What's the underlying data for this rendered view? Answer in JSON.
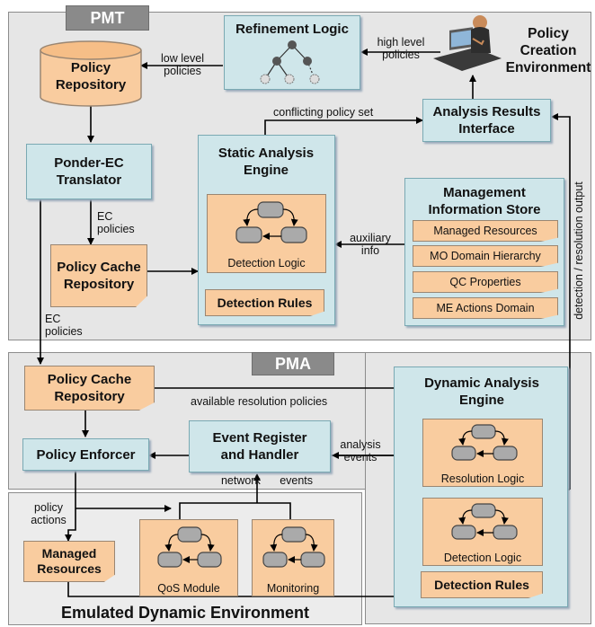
{
  "regions": {
    "pmt_label": "PMT",
    "pma_label": "PMA",
    "emulated_title": "Emulated Dynamic Environment"
  },
  "nodes": {
    "refinement_logic": "Refinement Logic",
    "policy_creation": "Policy Creation Environment",
    "policy_repository": "Policy Repository",
    "analysis_results": "Analysis Results Interface",
    "ponder_ec": "Ponder-EC Translator",
    "static_analysis": "Static Analysis Engine",
    "detection_logic_static": "Detection Logic",
    "detection_rules_static": "Detection Rules",
    "mis_title": "Management Information Store",
    "mis_items": [
      "Managed Resources",
      "MO Domain Hierarchy",
      "QC Properties",
      "ME Actions Domain"
    ],
    "policy_cache_pmt": "Policy Cache Repository",
    "policy_cache_pma": "Policy Cache Repository",
    "policy_enforcer": "Policy Enforcer",
    "event_register": "Event Register and Handler",
    "dynamic_analysis": "Dynamic Analysis Engine",
    "resolution_logic": "Resolution Logic",
    "detection_logic_dynamic": "Detection Logic",
    "detection_rules_dynamic": "Detection Rules",
    "managed_resources": "Managed Resources",
    "qos_module": "QoS Module",
    "monitoring": "Monitoring"
  },
  "edges": {
    "high_level_policies": "high level policies",
    "low_level_policies": "low level policies",
    "conflicting_policy_set": "conflicting policy set",
    "ec_policies_1": "EC policies",
    "ec_policies_2": "EC policies",
    "auxiliary_info": "auxiliary info",
    "detection_resolution_output": "detection / resolution output",
    "available_resolution_policies": "available resolution policies",
    "analysis_events": "analysis events",
    "network_events": "network events",
    "policy_actions": "policy actions"
  }
}
